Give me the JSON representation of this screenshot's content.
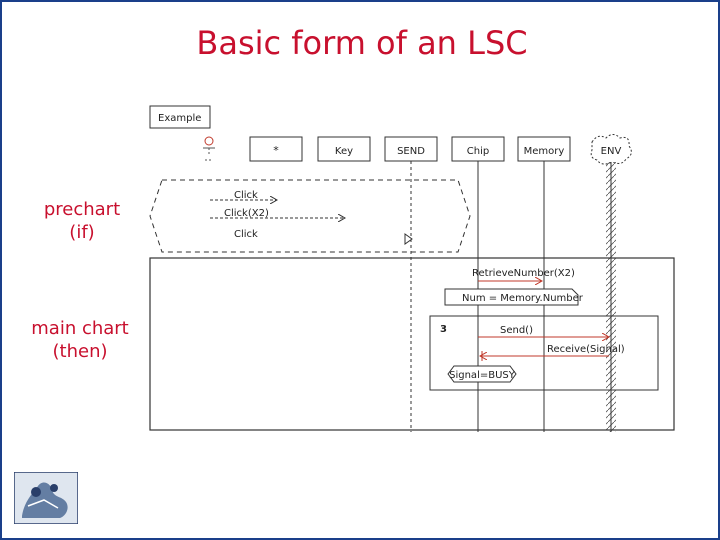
{
  "slide": {
    "title": "Basic form of an LSC",
    "prechart_label_line1": "prechart",
    "prechart_label_line2": "(if)",
    "main_label_line1": "main chart",
    "main_label_line2": "(then)"
  },
  "diagram": {
    "chart_name": "Example",
    "instances": [
      "*",
      "Key",
      "SEND",
      "Chip",
      "Memory",
      "ENV"
    ],
    "prechart_messages": [
      "Click",
      "Click(X2)",
      "Click"
    ],
    "main_messages": {
      "retrieve": "RetrieveNumber(X2)",
      "action": "Num = Memory.Number",
      "loop_count": "3",
      "send": "Send()",
      "receive": "Receive(Signal)",
      "condition": "Signal=BUSY"
    }
  },
  "colors": {
    "title_red": "#c8102e",
    "border_blue": "#1a3f8a",
    "message_red": "#c0392b"
  }
}
